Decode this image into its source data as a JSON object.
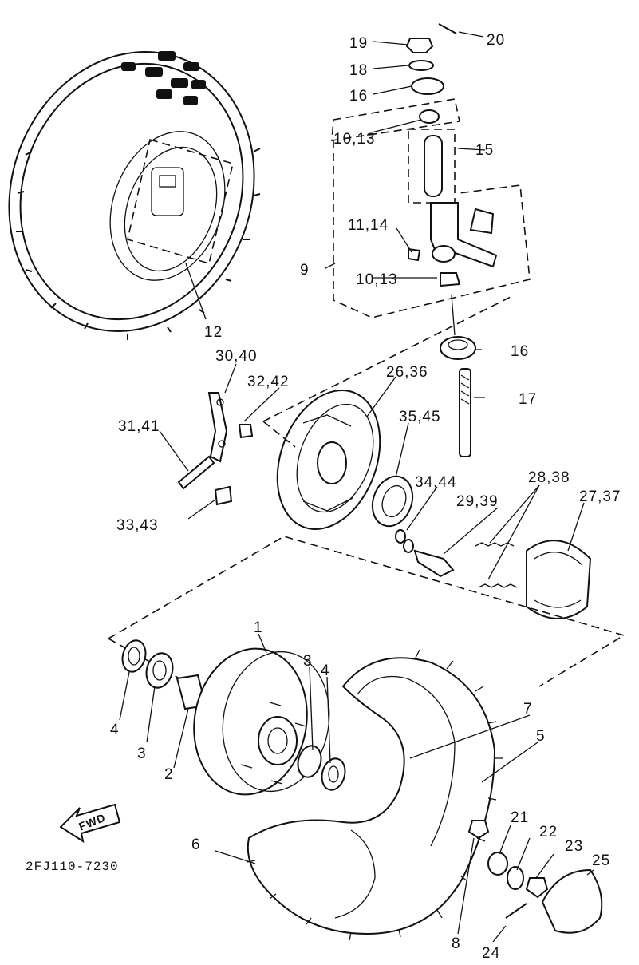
{
  "diagram": {
    "drawing_code": "2FJ110-7230",
    "fwd_label": "FWD",
    "callouts": {
      "c1": "1",
      "c2": "2",
      "c3a": "3",
      "c3b": "3",
      "c4a": "4",
      "c4b": "4",
      "c5": "5",
      "c6": "6",
      "c7": "7",
      "c8": "8",
      "c9": "9",
      "c10_13a": "10,13",
      "c10_13b": "10,13",
      "c11_14": "11,14",
      "c12": "12",
      "c15": "15",
      "c16a": "16",
      "c16b": "16",
      "c17": "17",
      "c18": "18",
      "c19": "19",
      "c20": "20",
      "c21": "21",
      "c22": "22",
      "c23": "23",
      "c24": "24",
      "c25": "25",
      "c26_36": "26,36",
      "c27_37": "27,37",
      "c28_38": "28,38",
      "c29_39": "29,39",
      "c30_40": "30,40",
      "c31_41": "31,41",
      "c32_42": "32,42",
      "c33_43": "33,43",
      "c34_44": "34,44",
      "c35_45": "35,45"
    }
  }
}
